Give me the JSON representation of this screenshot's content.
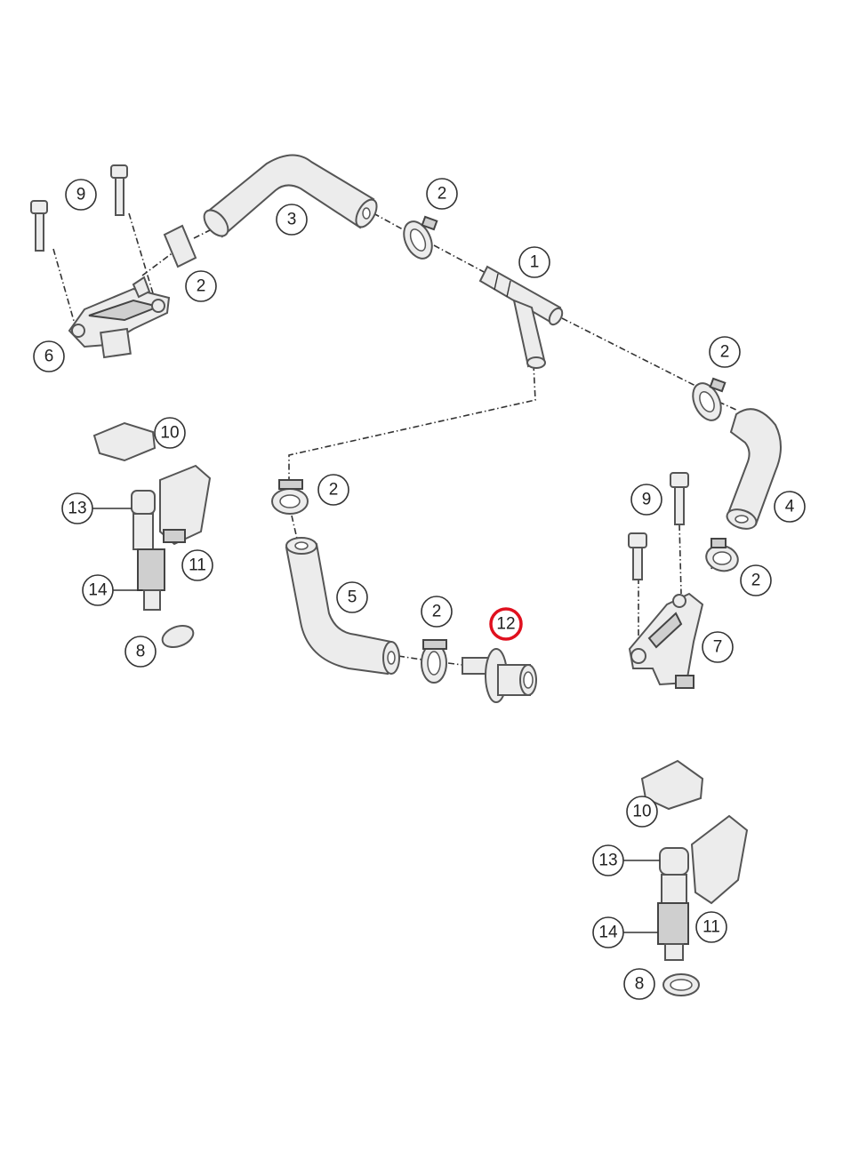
{
  "callouts": [
    {
      "id": "c1",
      "label": "1"
    },
    {
      "id": "c2a",
      "label": "2"
    },
    {
      "id": "c2b",
      "label": "2"
    },
    {
      "id": "c2c",
      "label": "2"
    },
    {
      "id": "c2d",
      "label": "2"
    },
    {
      "id": "c2e",
      "label": "2"
    },
    {
      "id": "c2f",
      "label": "2"
    },
    {
      "id": "c3",
      "label": "3"
    },
    {
      "id": "c4",
      "label": "4"
    },
    {
      "id": "c5",
      "label": "5"
    },
    {
      "id": "c6",
      "label": "6"
    },
    {
      "id": "c7",
      "label": "7"
    },
    {
      "id": "c8a",
      "label": "8"
    },
    {
      "id": "c8b",
      "label": "8"
    },
    {
      "id": "c9a",
      "label": "9"
    },
    {
      "id": "c9b",
      "label": "9"
    },
    {
      "id": "c10a",
      "label": "10"
    },
    {
      "id": "c10b",
      "label": "10"
    },
    {
      "id": "c11a",
      "label": "11"
    },
    {
      "id": "c11b",
      "label": "11"
    },
    {
      "id": "c12",
      "label": "12",
      "highlighted": true
    },
    {
      "id": "c13a",
      "label": "13"
    },
    {
      "id": "c13b",
      "label": "13"
    },
    {
      "id": "c14a",
      "label": "14"
    },
    {
      "id": "c14b",
      "label": "14"
    }
  ],
  "colors": {
    "highlight": "#e0101e",
    "line": "#333333",
    "part_fill": "#ececec"
  }
}
